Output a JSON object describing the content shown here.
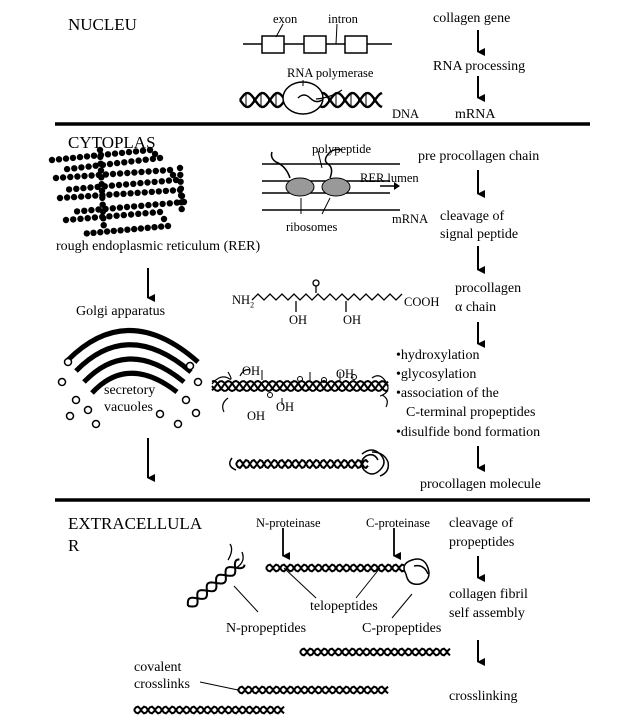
{
  "sections": {
    "nucleus": "NUCLEU",
    "cytoplasm": "CYTOPLAS",
    "extracellular_line1": "EXTRACELLULA",
    "extracellular_line2": "R"
  },
  "nucleus": {
    "exon": "exon",
    "intron": "intron",
    "rna_polymerase": "RNA polymerase",
    "dna": "DNA"
  },
  "cytoplasm": {
    "polypeptide": "polypeptide",
    "rer_lumen": "RER lumen",
    "ribosomes": "ribosomes",
    "mrna": "mRNA",
    "rer": "rough endoplasmic reticulum (RER)",
    "golgi": "Golgi apparatus",
    "secretory_line1": "secretory",
    "secretory_line2": "vacuoles",
    "nh2": "NH",
    "nh2_sub": "2",
    "oh": "OH",
    "cooh": "COOH"
  },
  "extracellular": {
    "n_proteinase": "N-proteinase",
    "c_proteinase": "C-proteinase",
    "telopeptides": "telopeptides",
    "n_propeptides": "N-propeptides",
    "c_propeptides": "C-propeptides",
    "covalent_line1": "covalent",
    "covalent_line2": "crosslinks"
  },
  "pathway": {
    "collagen_gene": "collagen gene",
    "rna_processing": "RNA processing",
    "mrna": "mRNA",
    "pre_procollagen": "pre procollagen chain",
    "cleavage_signal_1": "cleavage of",
    "cleavage_signal_2": "signal peptide",
    "procollagen_1": "procollagen",
    "procollagen_2": "α chain",
    "bullets": [
      "hydroxylation",
      "glycosylation",
      "association of the",
      "C-terminal propeptides",
      "disulfide bond formation"
    ],
    "procollagen_molecule": "procollagen molecule",
    "cleavage_pro_1": "cleavage of",
    "cleavage_pro_2": "propeptides",
    "fibril_1": "collagen fibril",
    "fibril_2": "self assembly",
    "crosslinking": "crosslinking"
  }
}
